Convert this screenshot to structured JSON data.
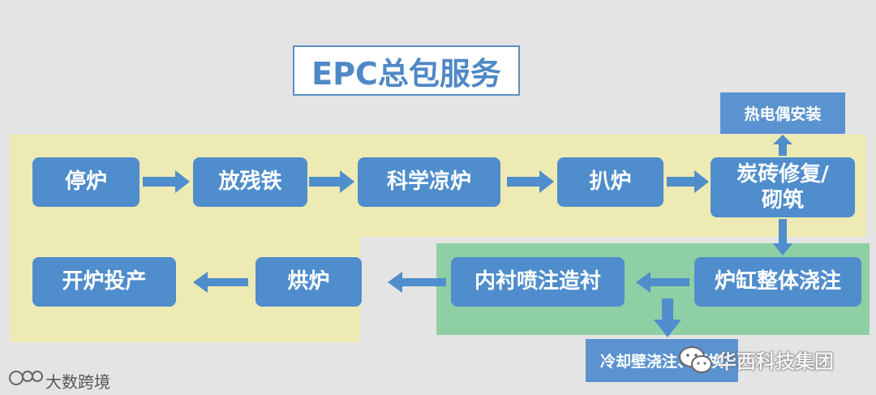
{
  "title": "EPC总包服务",
  "nodes": {
    "stop_furnace": "停炉",
    "tap_iron": "放残铁",
    "cooling": "科学凉炉",
    "demolish": "扒炉",
    "brick_repair": "炭砖修复/\n砌筑",
    "thermocouple": "热电偶安装",
    "hearth_casting": "炉缸整体浇注",
    "lining_spray": "内衬喷注造衬",
    "drying": "烘炉",
    "startup": "开炉投产",
    "stave_cast": "冷却壁浇注、更换"
  },
  "watermarks": {
    "left": "大数跨境",
    "right": "华西科技集团"
  },
  "colors": {
    "box": "#4f8dcc",
    "arrow": "#4f8dcc",
    "yellow_zone": "#eeeab3",
    "green_zone": "#8ecfa5",
    "title_text": "#4f88c6"
  }
}
